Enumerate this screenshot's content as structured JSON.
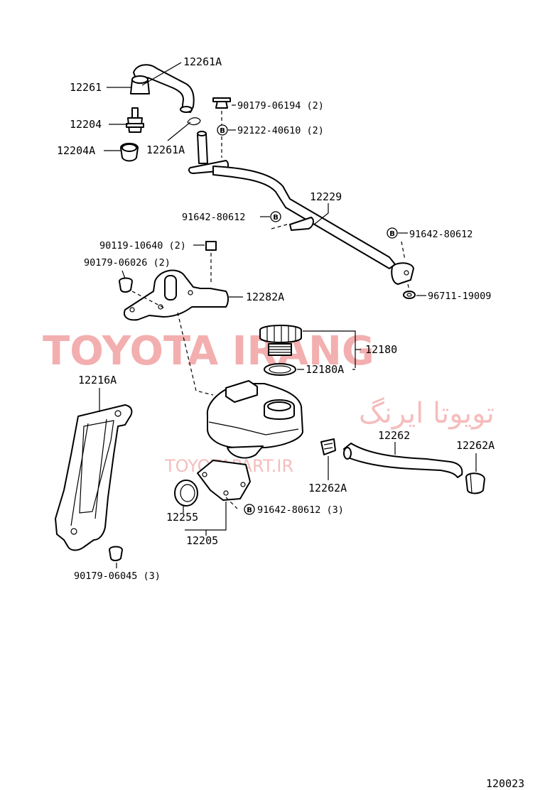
{
  "watermark": {
    "brand": "TOYOTA IRANG",
    "persian": "تویوتا ایرنگ",
    "url": "TOYOTAPART.IR"
  },
  "diagram_ref": "120023",
  "badge_letter": "B",
  "labels": {
    "p12261A_top": "12261A",
    "p12261": "12261",
    "p12204": "12204",
    "p12204A": "12204A",
    "p12261A_low": "12261A",
    "p90179_06194": "90179-06194 (2)",
    "p92122_40610": "92122-40610 (2)",
    "p12229": "12229",
    "p91642_left": "91642-80612",
    "p91642_right": "91642-80612",
    "p96711": "96711-19009",
    "p90119_10640": "90119-10640 (2)",
    "p90179_06026": "90179-06026 (2)",
    "p12282A": "12282A",
    "p12180": "12180",
    "p12180A": "12180A",
    "p12216A": "12216A",
    "p12262": "12262",
    "p12262A_right": "12262A",
    "p12262A_mid": "12262A",
    "p91642_bottom": "91642-80612 (3)",
    "p12255": "12255",
    "p12205": "12205",
    "p90179_06045": "90179-06045 (3)"
  }
}
